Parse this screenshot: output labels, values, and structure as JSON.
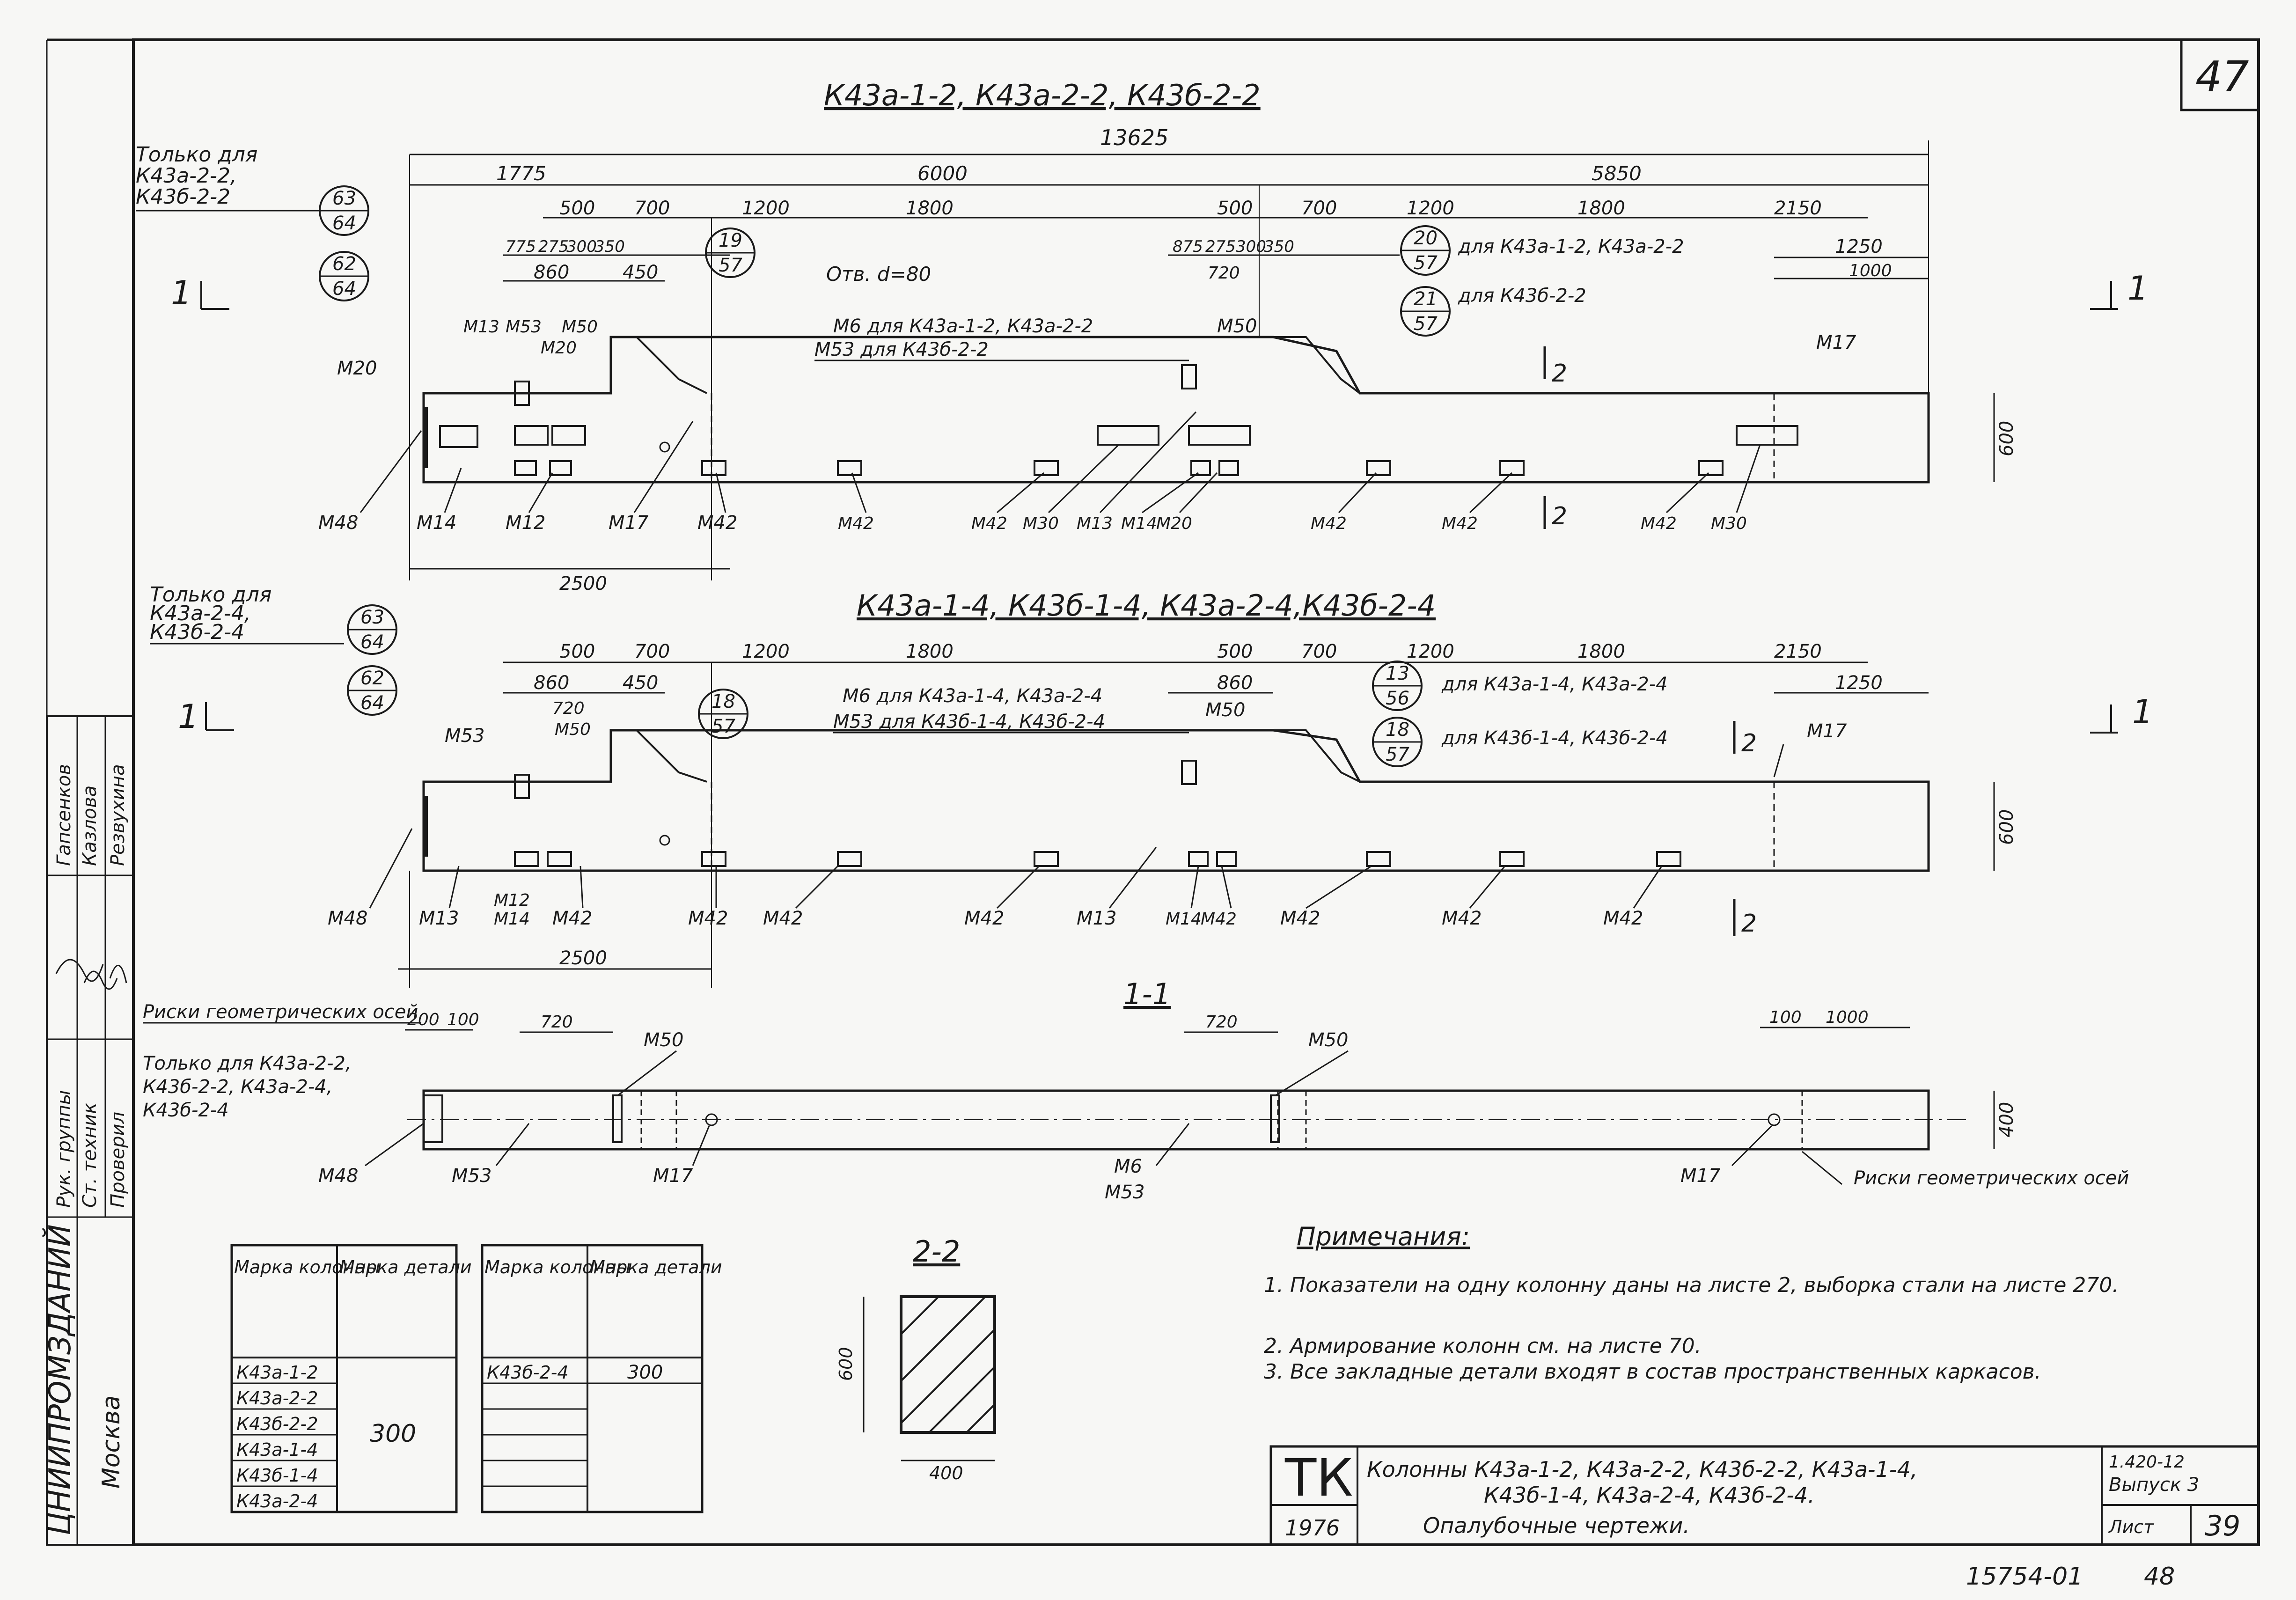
{
  "sheet_number": "47",
  "drawing_titles": {
    "top": "К43а-1-2, К43а-2-2, К43б-2-2",
    "middle": "К43а-1-4, К43б-1-4, К43а-2-4,К43б-2-4",
    "section_1_1": "1-1",
    "section_2_2": "2-2"
  },
  "top_notes": {
    "only_for": [
      "Только для",
      "К43а-2-2,",
      "К43б-2-2"
    ],
    "hole": "Отв. d=80",
    "m6_note": "М6 для К43а-1-2, К43а-2-2",
    "m53_note": "М53 для К43б-2-2",
    "ref_a_note": "для К43а-1-2, К43а-2-2",
    "ref_b_note": "для К43б-2-2"
  },
  "mid_notes": {
    "only_for": [
      "Только для",
      "К43а-2-4,",
      "К43б-2-4"
    ],
    "m6_note": "М6 для К43а-1-4, К43а-2-4",
    "m53_note": "М53 для К43б-1-4, К43б-2-4",
    "ref_a_note": "для К43а-1-4, К43а-2-4",
    "ref_b_note": "для К43б-1-4, К43б-2-4"
  },
  "section_notes": {
    "geo_axes_left": "Риски геометрических осей",
    "only_for": [
      "Только для К43а-2-2,",
      "К43б-2-2, К43а-2-4,",
      "К43б-2-4"
    ],
    "geo_axes_right": "Риски геометрических осей"
  },
  "dims_top": [
    "13625",
    "1775",
    "6000",
    "5850",
    "500",
    "700",
    "1200",
    "1800",
    "500",
    "700",
    "1200",
    "1800",
    "2150",
    "775",
    "275",
    "300",
    "350",
    "875",
    "275",
    "300",
    "350",
    "860",
    "450",
    "720",
    "1250",
    "1000",
    "600",
    "2500"
  ],
  "dims_mid": [
    "500",
    "700",
    "1200",
    "1800",
    "500",
    "700",
    "1200",
    "1800",
    "2150",
    "860",
    "450",
    "720",
    "860",
    "1250",
    "600",
    "2500"
  ],
  "dims_section": [
    "200",
    "100",
    "720",
    "720",
    "100",
    "1000",
    "400"
  ],
  "refs_top": [
    {
      "n": "63",
      "d": "64"
    },
    {
      "n": "62",
      "d": "64"
    },
    {
      "n": "19",
      "d": "57"
    },
    {
      "n": "20",
      "d": "57"
    },
    {
      "n": "21",
      "d": "57"
    }
  ],
  "refs_mid": [
    {
      "n": "63",
      "d": "64"
    },
    {
      "n": "62",
      "d": "64"
    },
    {
      "n": "18",
      "d": "57"
    },
    {
      "n": "13",
      "d": "56"
    },
    {
      "n": "18",
      "d": "57"
    }
  ],
  "marks_top": [
    "М48",
    "М14",
    "М12",
    "М17",
    "М42",
    "М42",
    "М42",
    "М30",
    "М13",
    "М14",
    "М20",
    "М42",
    "М42",
    "М42",
    "М30",
    "М20",
    "М13",
    "М53",
    "М50",
    "М20",
    "М50",
    "М17"
  ],
  "marks_mid": [
    "М48",
    "М13",
    "М12",
    "М14",
    "М42",
    "М42",
    "М42",
    "М42",
    "М13",
    "М14",
    "М42",
    "М42",
    "М42",
    "М42",
    "М53",
    "М50",
    "М50",
    "М17"
  ],
  "marks_section": [
    "М48",
    "М53",
    "М17",
    "М6",
    "М53",
    "М17",
    "М50",
    "М50"
  ],
  "table1": {
    "headers": [
      "Марка колонны",
      "Марка детали"
    ],
    "columns": [
      "К43а-1-2",
      "К43а-2-2",
      "К43б-2-2",
      "К43а-1-4",
      "К43б-1-4",
      "К43а-2-4"
    ],
    "detail": "300"
  },
  "table2": {
    "headers": [
      "Марка колонны",
      "Марка детали"
    ],
    "columns": [
      "К43б-2-4"
    ],
    "detail": "300"
  },
  "notes": {
    "title": "Примечания:",
    "items": [
      "1. Показатели на одну колонну даны на листе 2, выборка стали на листе 270.",
      "2. Армирование колонн см. на листе 70.",
      "3. Все закладные детали входят в состав пространственных каркасов."
    ]
  },
  "title_block": {
    "logo": "ТК",
    "year": "1976",
    "line1": "Колонны К43а-1-2, К43а-2-2, К43б-2-2, К43а-1-4,",
    "line2": "К43б-1-4, К43а-2-4, К43б-2-4.",
    "line3": "Опалубочные чертежи.",
    "series": "1.420-12",
    "issue": "Выпуск 3",
    "sheet_label": "Лист",
    "sheet": "39"
  },
  "side_stamp": {
    "org": "ЦНИИПРОМЗДАНИЙ",
    "city": "Москва",
    "roles": [
      "Рук. группы",
      "Ст. техник",
      "Проверил"
    ],
    "names": [
      "Гапсенков",
      "Казлова",
      "Резвухина"
    ]
  },
  "bottom": {
    "code": "15754-01",
    "page": "48"
  },
  "section_marks": {
    "cut1": "1",
    "cut2": "2"
  }
}
